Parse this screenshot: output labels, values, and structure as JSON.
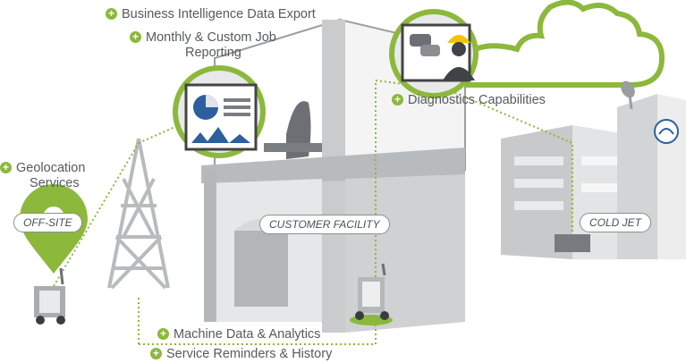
{
  "features": {
    "bi_export": "Business Intelligence Data Export",
    "monthly_reporting_1": "Monthly & Custom Job",
    "monthly_reporting_2": "Reporting",
    "diagnostics": "Diagnostics Capabilities",
    "geolocation_1": "Geolocation",
    "geolocation_2": "Services",
    "machine_data": "Machine Data & Analytics",
    "service_reminders": "Service Reminders & History"
  },
  "locations": {
    "off_site": "OFF-SITE",
    "customer_facility": "CUSTOMER FACILITY",
    "cold_jet": "COLD JET"
  },
  "colors": {
    "accent_green": "#8cb83c",
    "building_gray": "#c9cbcd",
    "text_gray": "#555a5e",
    "chart_blue": "#2d5f9e"
  },
  "icons": [
    "plus-circle-icon",
    "cloud-icon",
    "chat-bubble-icon",
    "technician-icon",
    "cell-tower-icon",
    "location-pin-icon",
    "satellite-dish-icon",
    "cold-jet-logo-icon"
  ]
}
